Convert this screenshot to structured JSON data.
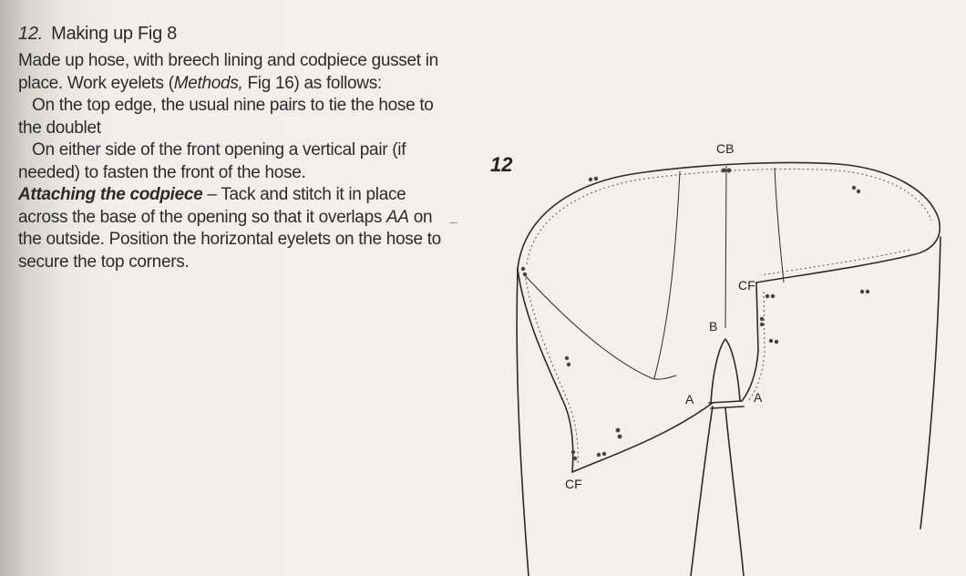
{
  "section": {
    "number": "12.",
    "title": "Making up Fig 8"
  },
  "intro": {
    "text_a": "Made up hose, with breech lining and codpiece gusset in place. Work eyelets (",
    "methods_italic": "Methods,",
    "text_b": " Fig 16) as follows:"
  },
  "top_edge": "On the top edge, the usual nine pairs to tie the hose to the doublet",
  "front_opening": "On either side of the front opening a vertical pair (if needed) to fasten the front of the hose.",
  "attaching": {
    "runin": "Attaching the codpiece",
    "text_a": " – Tack and stitch it in place across the base of the opening so that it overlaps ",
    "aa_italic": "AA",
    "text_b": " on the outside. Position the horizontal eyelets on the hose to secure the top corners."
  },
  "figure": {
    "number": "12",
    "labels": {
      "cb": "CB",
      "cf_upper": "CF",
      "cf_lower": "CF",
      "b": "B",
      "a_left": "A",
      "a_right": "A"
    }
  }
}
